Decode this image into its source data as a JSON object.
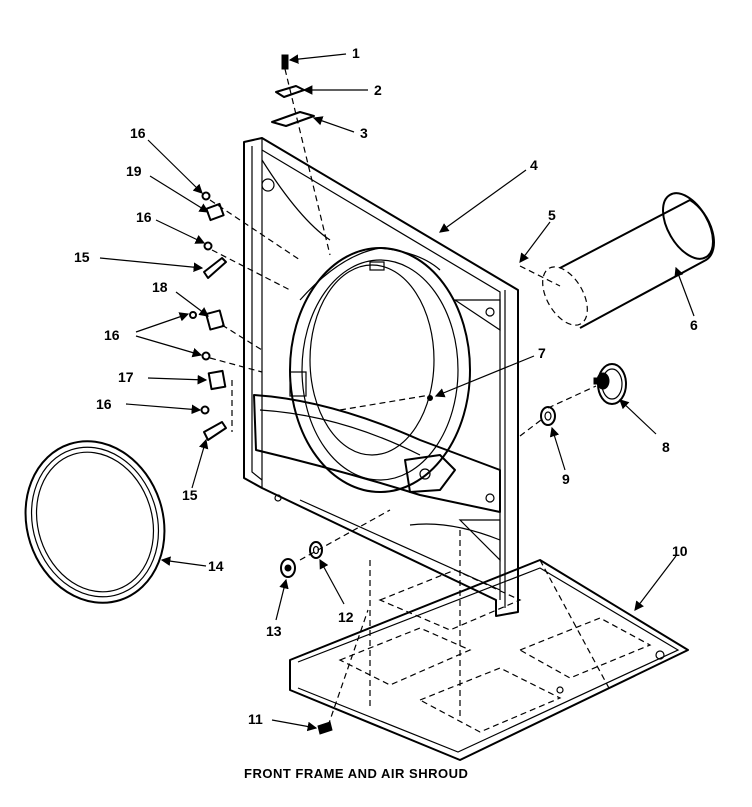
{
  "diagram": {
    "caption": "FRONT FRAME AND AIR SHROUD",
    "callouts": [
      {
        "id": "c1",
        "text": "1"
      },
      {
        "id": "c2",
        "text": "2"
      },
      {
        "id": "c3",
        "text": "3"
      },
      {
        "id": "c4",
        "text": "4"
      },
      {
        "id": "c5",
        "text": "5"
      },
      {
        "id": "c6",
        "text": "6"
      },
      {
        "id": "c7",
        "text": "7"
      },
      {
        "id": "c8",
        "text": "8"
      },
      {
        "id": "c9",
        "text": "9"
      },
      {
        "id": "c10",
        "text": "10"
      },
      {
        "id": "c11",
        "text": "11"
      },
      {
        "id": "c12",
        "text": "12"
      },
      {
        "id": "c13",
        "text": "13"
      },
      {
        "id": "c14",
        "text": "14"
      },
      {
        "id": "c15a",
        "text": "15"
      },
      {
        "id": "c15b",
        "text": "15"
      },
      {
        "id": "c16a",
        "text": "16"
      },
      {
        "id": "c16b",
        "text": "16"
      },
      {
        "id": "c16c",
        "text": "16"
      },
      {
        "id": "c16d",
        "text": "16"
      },
      {
        "id": "c17",
        "text": "17"
      },
      {
        "id": "c18",
        "text": "18"
      },
      {
        "id": "c19",
        "text": "19"
      }
    ]
  }
}
